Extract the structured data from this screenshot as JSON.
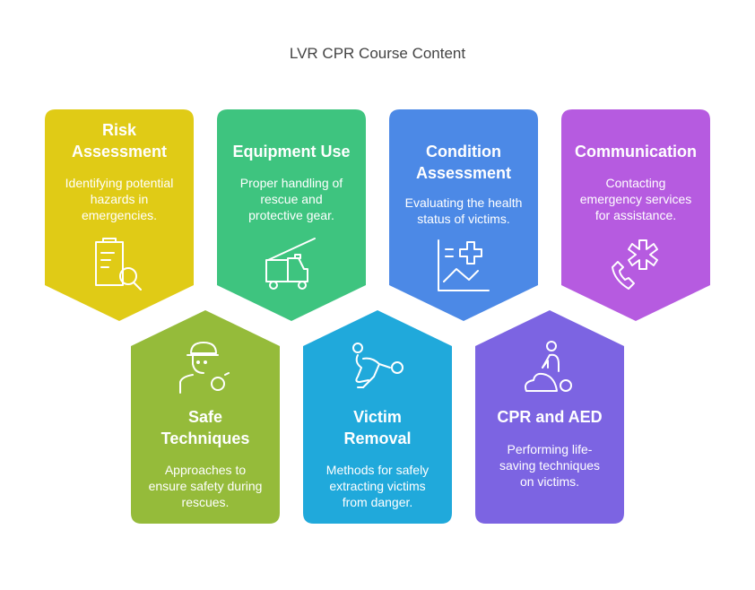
{
  "title": "LVR CPR Course Content",
  "cards": [
    {
      "title_lines": [
        "Risk",
        "Assessment"
      ],
      "desc_lines": [
        "Identifying potential",
        "hazards in",
        "emergencies."
      ],
      "icon": "clipboard-search-icon",
      "color": "#E0CB16"
    },
    {
      "title_lines": [
        "Equipment Use"
      ],
      "desc_lines": [
        "Proper handling of",
        "rescue and",
        "protective gear."
      ],
      "icon": "fire-truck-icon",
      "color": "#3EC47F"
    },
    {
      "title_lines": [
        "Condition",
        "Assessment"
      ],
      "desc_lines": [
        "Evaluating the health",
        "status of victims."
      ],
      "icon": "health-chart-icon",
      "color": "#4C89E6"
    },
    {
      "title_lines": [
        "Communication"
      ],
      "desc_lines": [
        "Contacting",
        "emergency services",
        "for assistance."
      ],
      "icon": "emergency-phone-icon",
      "color": "#B65BE0"
    },
    {
      "title_lines": [
        "Safe",
        "Techniques"
      ],
      "desc_lines": [
        "Approaches to",
        "ensure safety during",
        "rescues."
      ],
      "icon": "rescuer-whistle-icon",
      "color": "#95BB3A"
    },
    {
      "title_lines": [
        "Victim",
        "Removal"
      ],
      "desc_lines": [
        "Methods for safely",
        "extracting victims",
        "from danger."
      ],
      "icon": "victim-carry-icon",
      "color": "#20A9DB"
    },
    {
      "title_lines": [
        "CPR and AED"
      ],
      "desc_lines": [
        "Performing life-",
        "saving techniques",
        "on victims."
      ],
      "icon": "cpr-icon",
      "color": "#7C64E2"
    }
  ]
}
